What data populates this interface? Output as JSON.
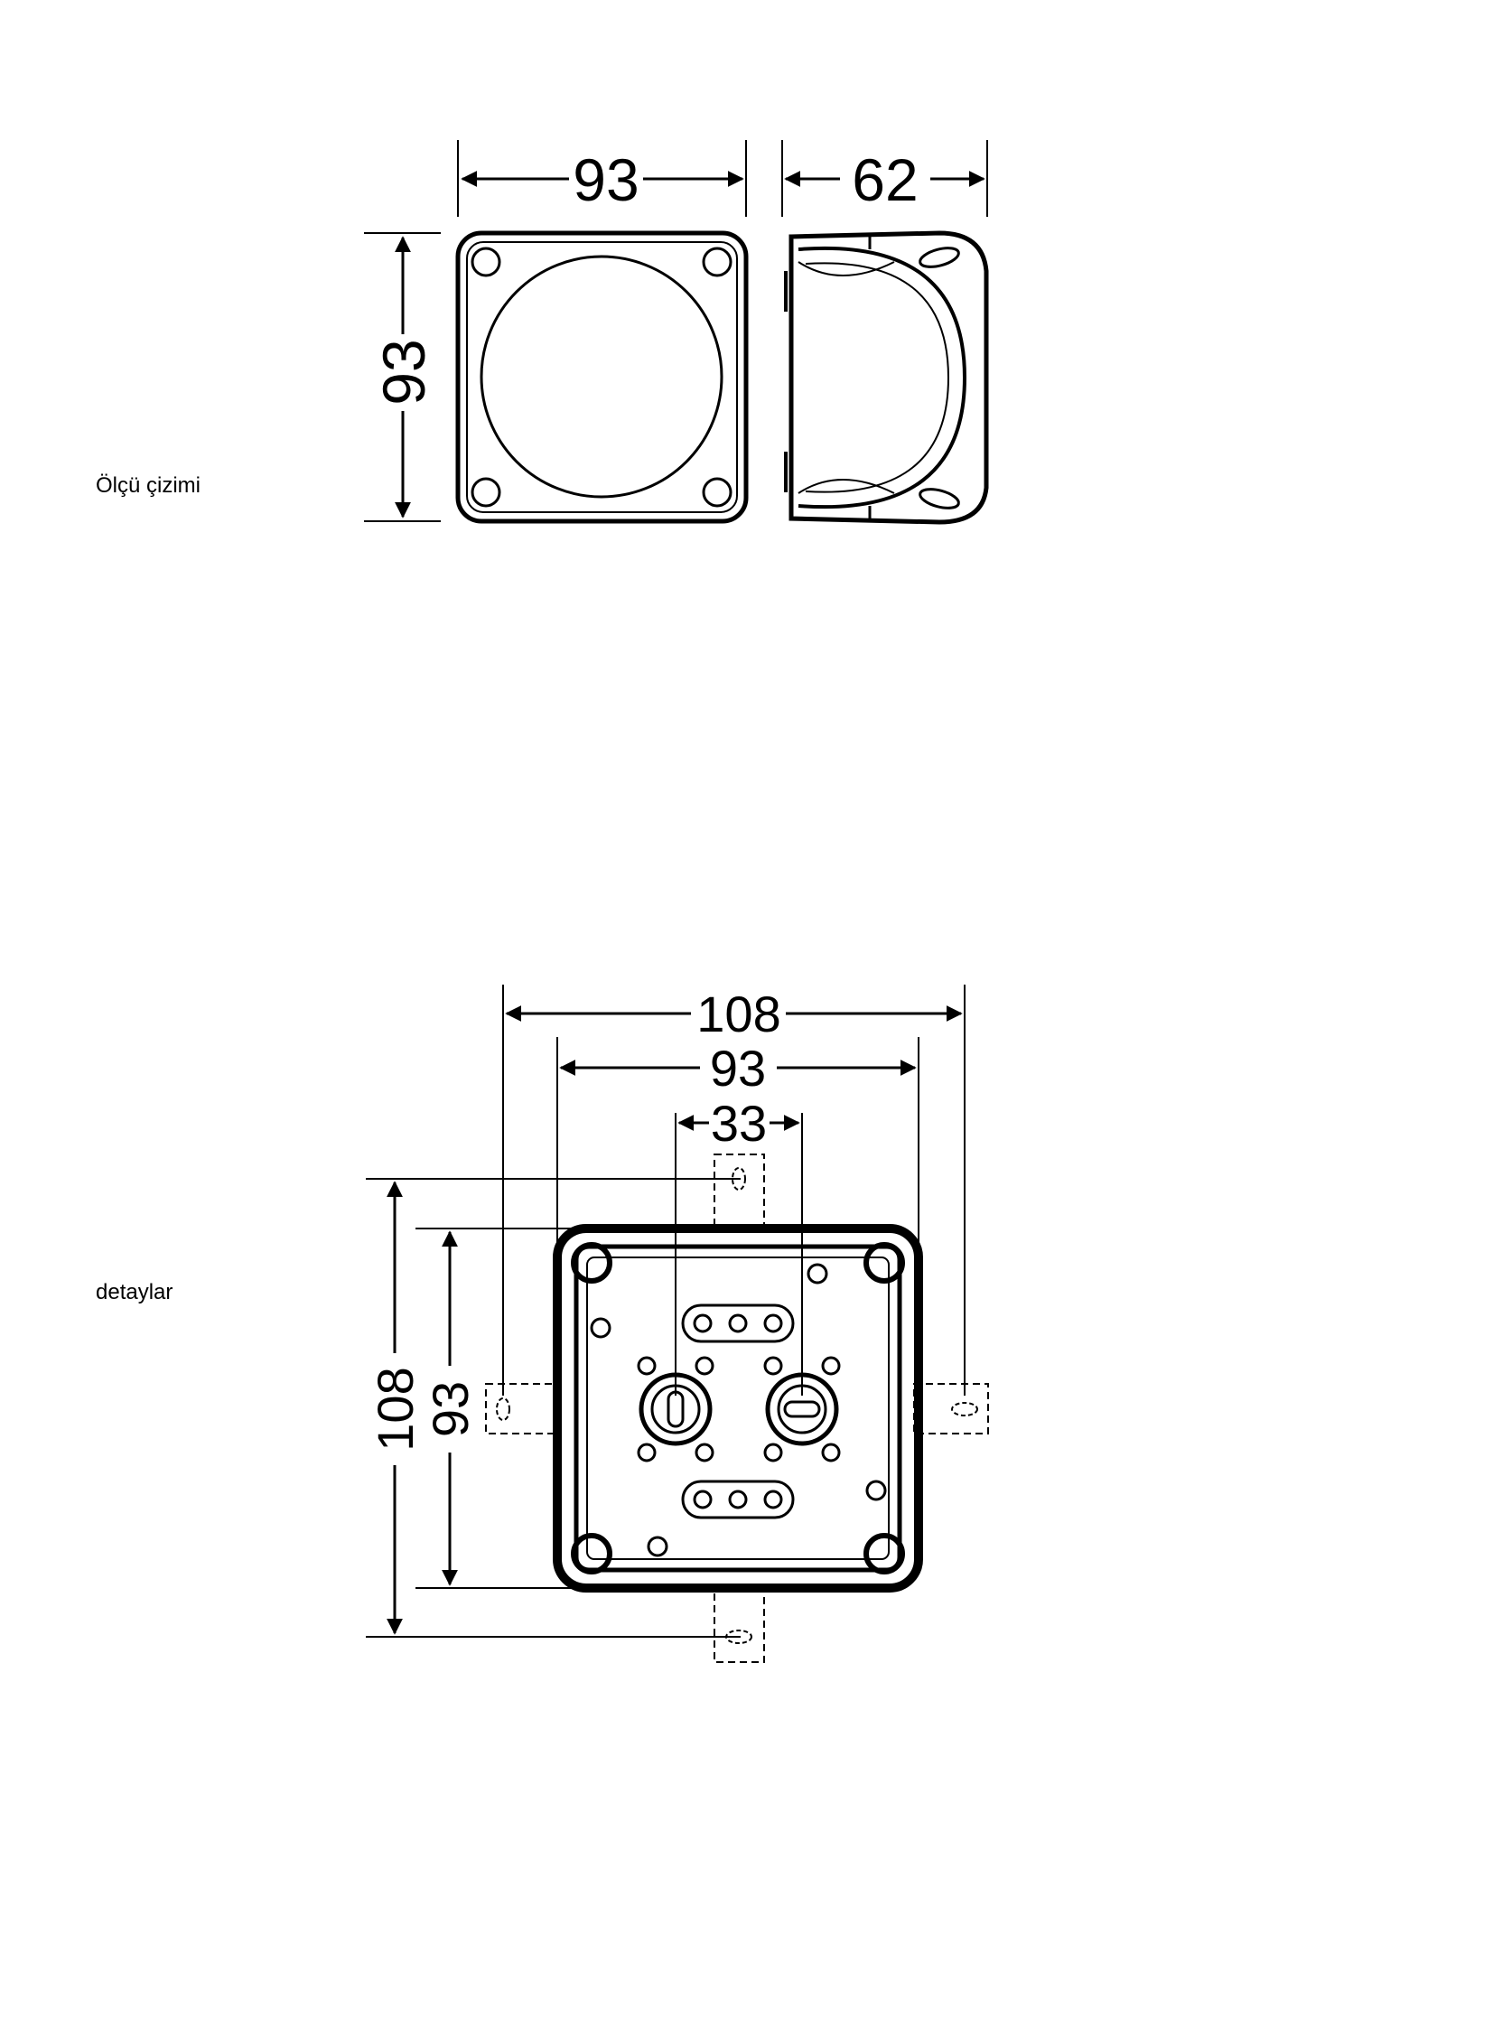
{
  "labels": {
    "drawing": "Ölçü çizimi",
    "details": "detaylar"
  },
  "top_view": {
    "width_dim": "93",
    "depth_dim": "62",
    "height_dim": "93"
  },
  "detail_view": {
    "outer_width_dim": "108",
    "inner_width_dim": "93",
    "hole_spacing_dim": "33",
    "outer_height_dim": "108",
    "inner_height_dim": "93"
  }
}
